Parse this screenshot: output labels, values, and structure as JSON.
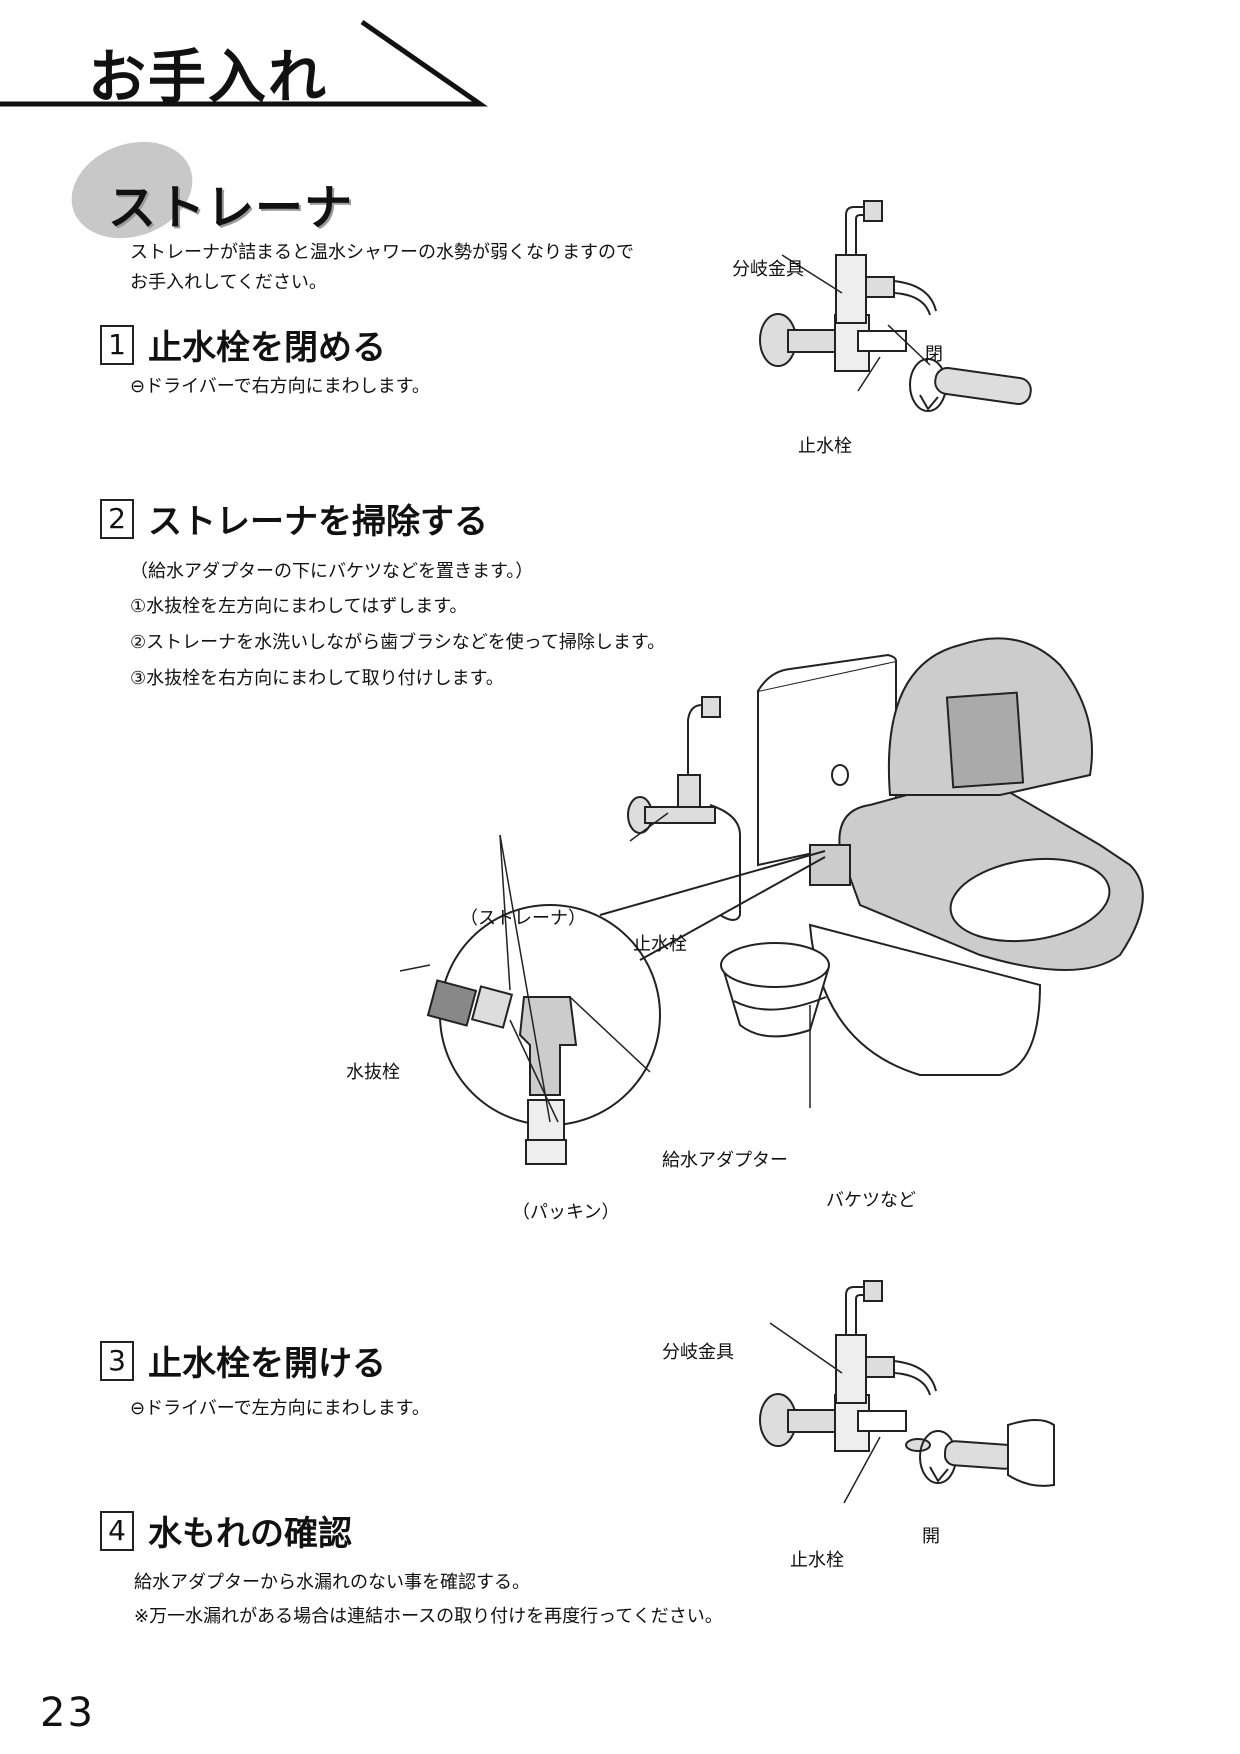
{
  "page_title": "お手入れ",
  "section_title": "ストレーナ",
  "intro": [
    "ストレーナが詰まると温水シャワーの水勢が弱くなりますので",
    "お手入れしてください。"
  ],
  "steps": [
    {
      "num": "1",
      "title": "止水栓を閉める",
      "desc": "⊖ドライバーで右方向にまわします。"
    },
    {
      "num": "2",
      "title": "ストレーナを掃除する",
      "lines": [
        "（給水アダプターの下にバケツなどを置きます。）",
        "①水抜栓を左方向にまわしてはずします。",
        "②ストレーナを水洗いしながら歯ブラシなどを使って掃除します。",
        "③水抜栓を右方向にまわして取り付けします。"
      ]
    },
    {
      "num": "3",
      "title": "止水栓を開ける",
      "desc": "⊖ドライバーで左方向にまわします。"
    },
    {
      "num": "4",
      "title": "水もれの確認",
      "lines": [
        "給水アダプターから水漏れのない事を確認する。",
        "※万一水漏れがある場合は連結ホースの取り付けを再度行ってください。"
      ]
    }
  ],
  "labels": {
    "fig1_branch": "分岐金具",
    "fig1_close": "閉",
    "fig1_valve": "止水栓",
    "fig2_strainer": "（ストレーナ）",
    "fig2_valve": "止水栓",
    "fig2_drain": "水抜栓",
    "fig2_adapter": "給水アダプター",
    "fig2_packing": "（パッキン）",
    "fig2_bucket": "バケツなど",
    "fig3_branch": "分岐金具",
    "fig3_open": "開",
    "fig3_valve": "止水栓"
  },
  "page_number": "23"
}
